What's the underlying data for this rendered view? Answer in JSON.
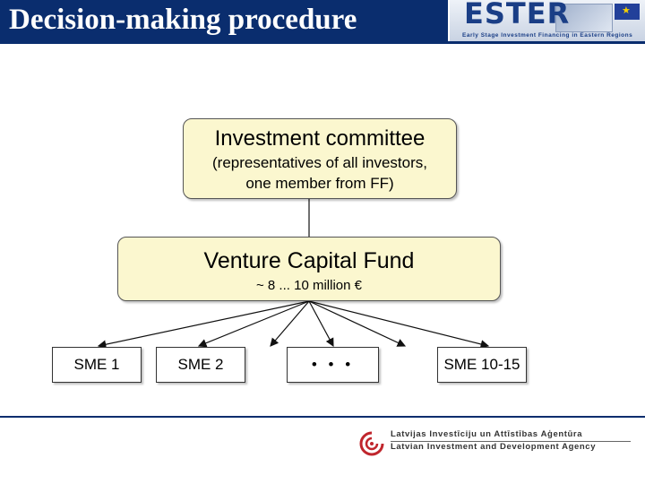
{
  "header": {
    "title": "Decision-making procedure",
    "logo_text": "ESTER",
    "logo_subtitle": "Early Stage Investment Financing in Eastern Regions"
  },
  "diagram": {
    "committee": {
      "title": "Investment committee",
      "subtitle_line1": "(representatives of all investors,",
      "subtitle_line2": "one member from FF)"
    },
    "fund": {
      "title": "Venture Capital Fund",
      "subtitle": "~ 8 ... 10 million €"
    },
    "smes": [
      "SME 1",
      "SME 2",
      "• • •",
      "SME 10-15"
    ]
  },
  "footer": {
    "agency_line1": "Latvijas Investīciju un Attīstības Aģentūra",
    "agency_line2": "Latvian Investment and Development Agency"
  },
  "colors": {
    "title_bg": "#0a2d6e",
    "box_fill": "#fbf7cf",
    "agency_red": "#c0262d"
  }
}
